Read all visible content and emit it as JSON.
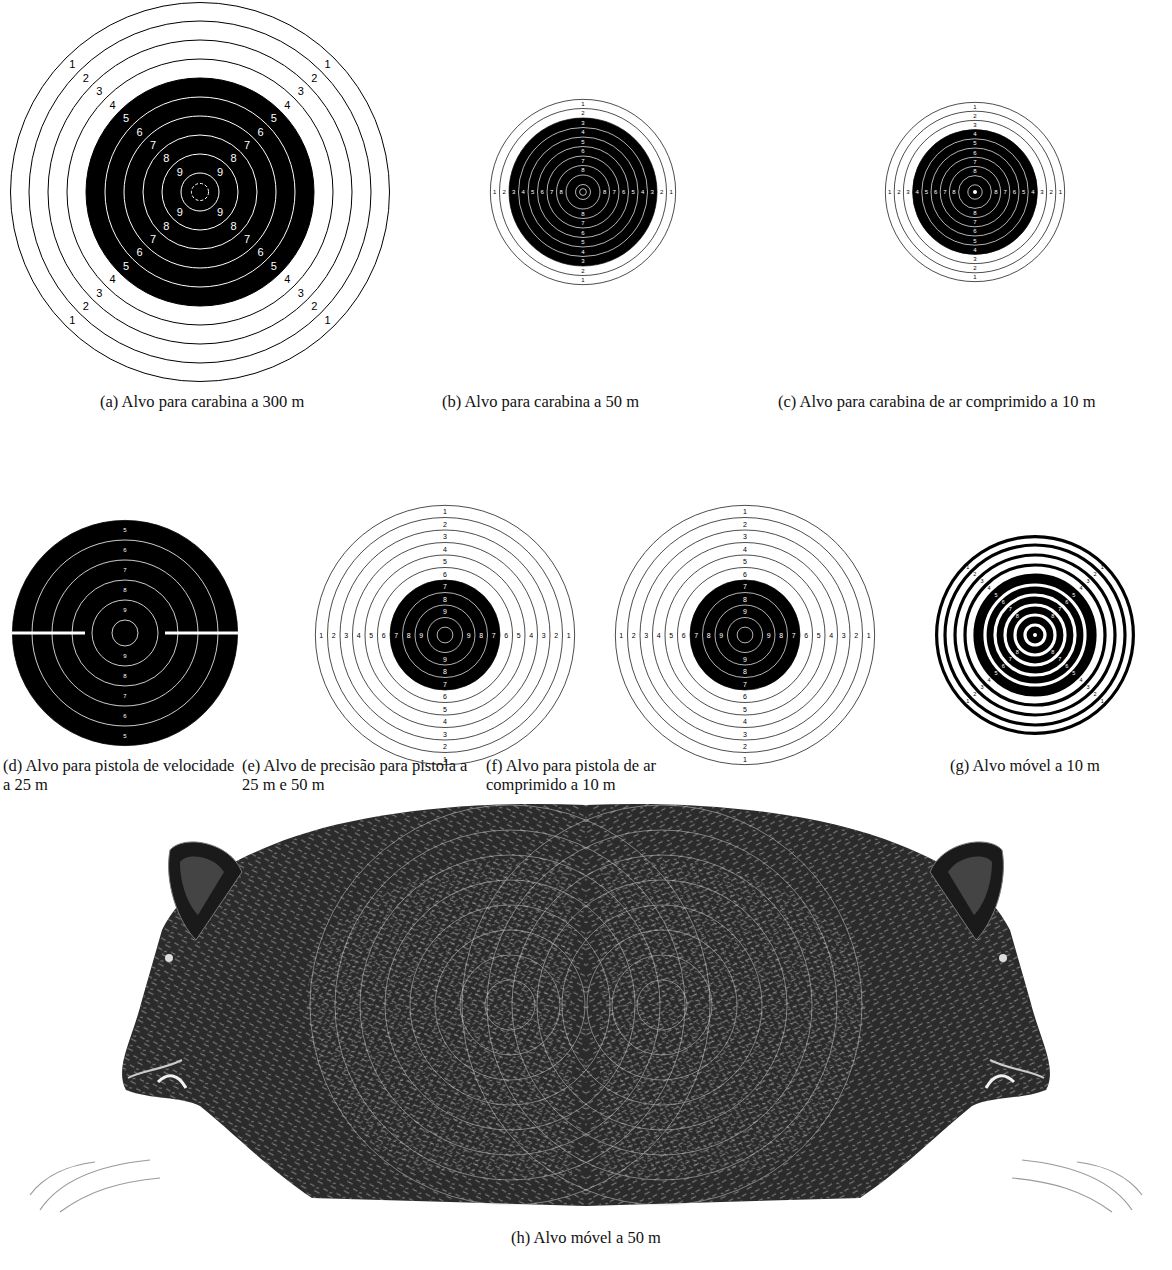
{
  "diagram": {
    "nodes": [
      {
        "text": [
          "(a) Alvo para carabina a 300 m",
          "1",
          "2",
          "3",
          "4",
          "5",
          "6",
          "7",
          "8",
          "9",
          "1",
          "2",
          "3",
          "4",
          "5",
          "6",
          "7",
          "8",
          "9",
          "1",
          "2",
          "3",
          "4",
          "5",
          "6",
          "7",
          "8",
          "9",
          "1",
          "2",
          "3",
          "4",
          "5",
          "6",
          "7",
          "8",
          "9"
        ]
      },
      {
        "text": [
          "(b) Alvo para carabina a 50 m",
          "1",
          "2",
          "3",
          "4",
          "5",
          "6",
          "7",
          "8",
          "1",
          "2",
          "3",
          "4",
          "5",
          "6",
          "7",
          "8",
          "1",
          "2",
          "3",
          "4",
          "5",
          "6",
          "7",
          "8",
          "1",
          "2",
          "3",
          "4",
          "5",
          "6",
          "7",
          "8"
        ]
      },
      {
        "text": [
          "(c) Alvo para carabina de ar comprimido a 10 m",
          "1",
          "2",
          "3",
          "4",
          "5",
          "6",
          "7",
          "8",
          "1",
          "2",
          "3",
          "4",
          "5",
          "6",
          "7",
          "8",
          "1",
          "2",
          "3",
          "4",
          "5",
          "6",
          "7",
          "8",
          "1",
          "2",
          "3",
          "4",
          "5",
          "6",
          "7",
          "8"
        ]
      },
      {
        "text": [
          "(d) Alvo para pistola de velocidade a 25 m",
          "5",
          "6",
          "7",
          "8",
          "9",
          "5",
          "6",
          "7",
          "8",
          "9"
        ]
      },
      {
        "text": [
          "(e) Alvo de precisão para pistola a 25 m e 50 m",
          "1",
          "2",
          "3",
          "4",
          "5",
          "6",
          "7",
          "8",
          "9",
          "1",
          "2",
          "3",
          "4",
          "5",
          "6",
          "7",
          "8",
          "9",
          "1",
          "2",
          "3",
          "4",
          "5",
          "6",
          "7",
          "8",
          "9",
          "1",
          "2",
          "3",
          "4",
          "5",
          "6",
          "7",
          "8",
          "9"
        ]
      },
      {
        "text": [
          "(f) Alvo para pistola de ar comprimido a 10 m",
          "1",
          "2",
          "3",
          "4",
          "5",
          "6",
          "7",
          "8",
          "9",
          "1",
          "2",
          "3",
          "4",
          "5",
          "6",
          "7",
          "8",
          "9",
          "1",
          "2",
          "3",
          "4",
          "5",
          "6",
          "7",
          "8",
          "9",
          "1",
          "2",
          "3",
          "4",
          "5",
          "6",
          "7",
          "8",
          "9"
        ]
      },
      {
        "text": [
          "(g) Alvo móvel a 10 m",
          "1",
          "2",
          "3",
          "4",
          "5",
          "6",
          "7",
          "8",
          "1",
          "2",
          "3",
          "4",
          "5",
          "6",
          "7",
          "8",
          "1",
          "2",
          "3",
          "4",
          "5",
          "6",
          "7",
          "8",
          "1",
          "2",
          "3",
          "4",
          "5",
          "6",
          "7",
          "8"
        ]
      },
      {
        "text": [
          "(h) Alvo móvel a 50 m"
        ]
      }
    ]
  }
}
